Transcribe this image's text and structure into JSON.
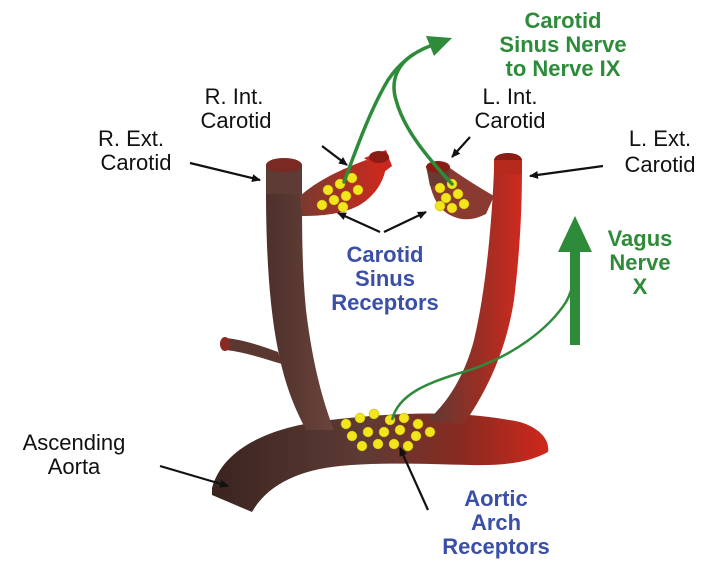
{
  "labels": {
    "carotid_sinus_nerve": [
      "Carotid",
      "Sinus Nerve",
      "to Nerve IX"
    ],
    "r_int_carotid": [
      "R. Int.",
      "Carotid"
    ],
    "l_int_carotid": [
      "L. Int.",
      "Carotid"
    ],
    "r_ext_carotid": [
      "R. Ext.",
      "Carotid"
    ],
    "l_ext_carotid": [
      "L. Ext.",
      "Carotid"
    ],
    "vagus_nerve": [
      "Vagus",
      "Nerve",
      "X"
    ],
    "carotid_sinus_receptors": [
      "Carotid",
      "Sinus",
      "Receptors"
    ],
    "ascending_aorta": [
      "Ascending",
      "Aorta"
    ],
    "aortic_arch_receptors": [
      "Aortic",
      "Arch",
      "Receptors"
    ]
  },
  "colors": {
    "nerve_green": "#2e8b3a",
    "label_blue": "#3a4fa8",
    "label_black": "#111111",
    "vessel_dark": "#5e3b35",
    "vessel_red": "#c8281e",
    "receptor_yellow": "#f2e61a"
  }
}
